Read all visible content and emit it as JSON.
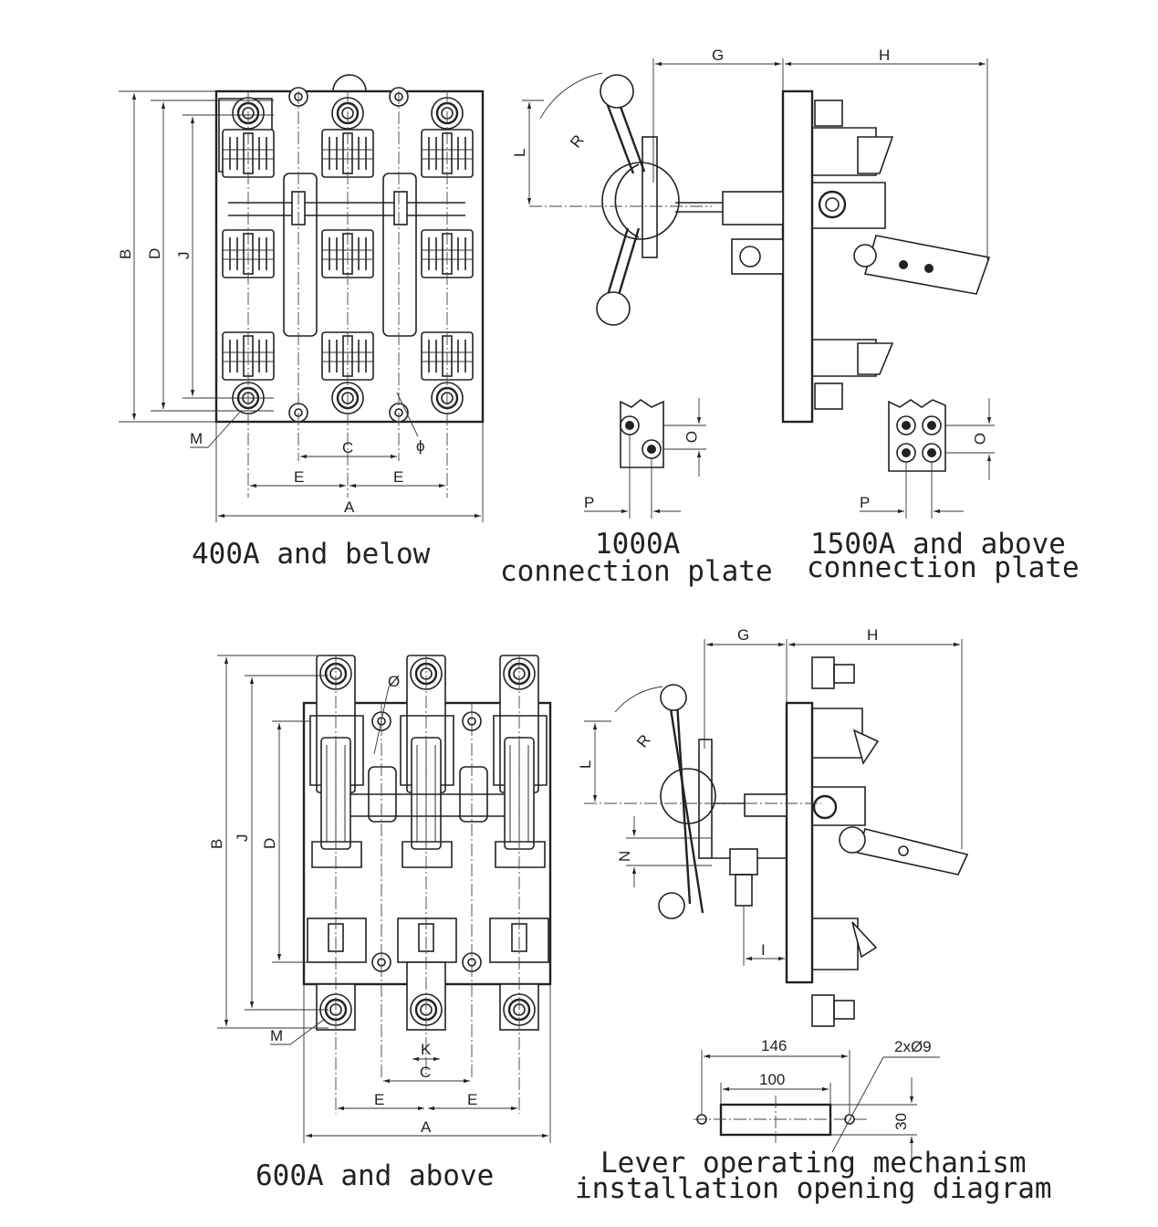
{
  "captions": {
    "small": "400A and below",
    "c1000_line1": "1000A",
    "c1000_line2": "connection plate",
    "c1500_line1": "1500A and above",
    "c1500_line2": "connection plate",
    "large": "600A and above",
    "lever_line1": "Lever operating mechanism",
    "lever_line2": "installation opening diagram"
  },
  "labels": {
    "A": "A",
    "B": "B",
    "C": "C",
    "D": "D",
    "E": "E",
    "G": "G",
    "H": "H",
    "I": "I",
    "J": "J",
    "K": "K",
    "L": "L",
    "M": "M",
    "N": "N",
    "O": "O",
    "P": "P",
    "R": "R",
    "phi_lower": "ϕ",
    "phi_upper": "Ø"
  },
  "opening": {
    "overall": "146",
    "slot": "100",
    "height": "30",
    "holes": "2xØ9"
  }
}
